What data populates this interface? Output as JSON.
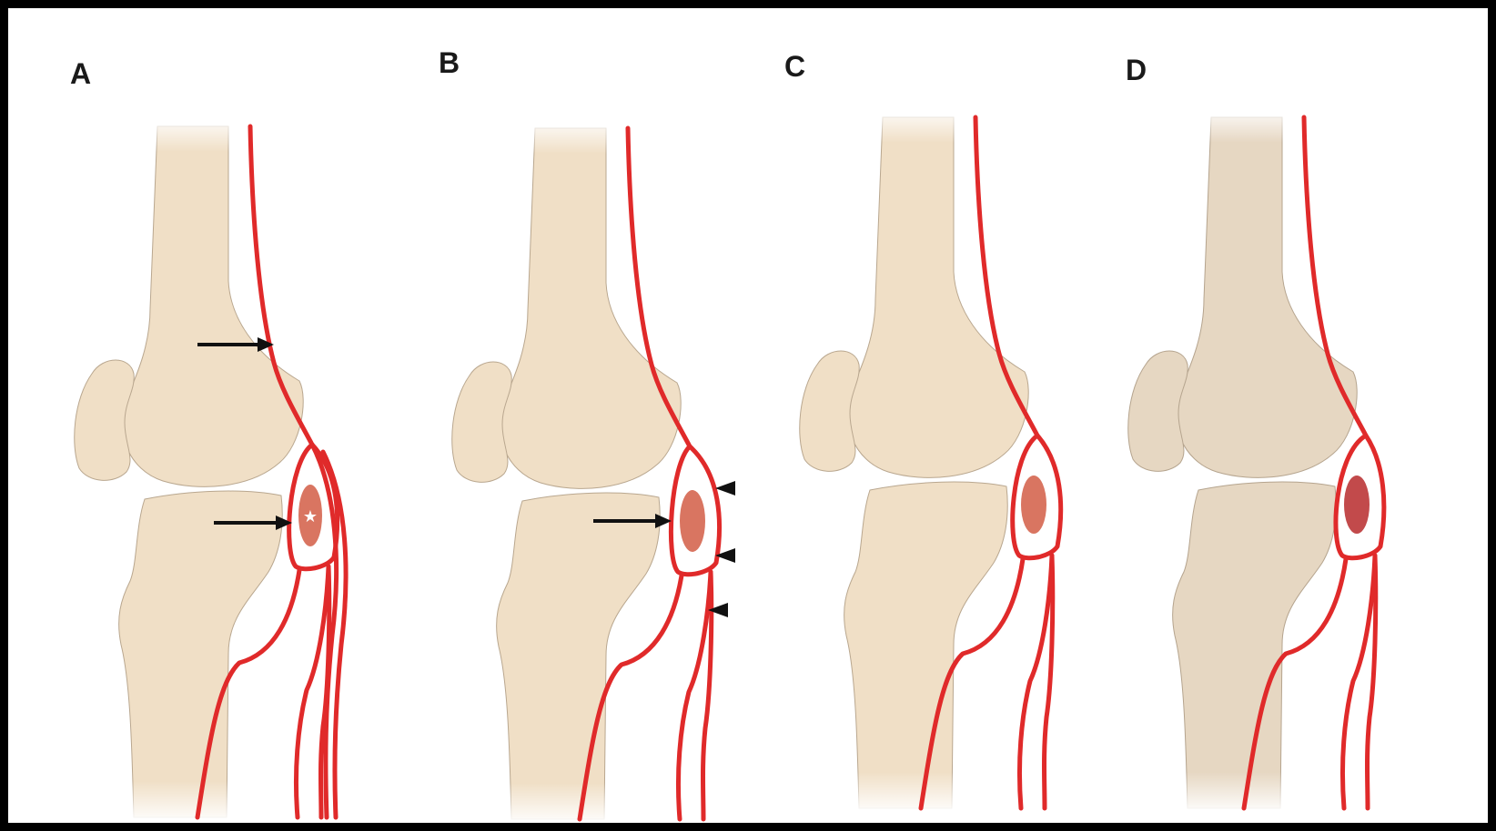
{
  "figure": {
    "panels": [
      {
        "label": "A",
        "bone_color": "#f0dfc6",
        "bone_stroke": "#b9a78f",
        "pouch_color": "#d97561",
        "arrows": 2,
        "arrowheads": 0,
        "star": true,
        "variant": "A"
      },
      {
        "label": "B",
        "bone_color": "#f0dfc6",
        "bone_stroke": "#b9a78f",
        "pouch_color": "#d97561",
        "arrows": 1,
        "arrowheads": 3,
        "star": false,
        "variant": "B"
      },
      {
        "label": "C",
        "bone_color": "#f0dfc6",
        "bone_stroke": "#b9a78f",
        "pouch_color": "#d97561",
        "arrows": 0,
        "arrowheads": 0,
        "star": false,
        "variant": "C"
      },
      {
        "label": "D",
        "bone_color": "#e6d7c2",
        "bone_stroke": "#b5a48e",
        "pouch_color": "#c24a4b",
        "arrows": 0,
        "arrowheads": 0,
        "star": false,
        "variant": "D"
      }
    ],
    "colors": {
      "artery": "#e02a2a",
      "arrow": "#111111",
      "star": "#ffffff",
      "background": "#ffffff",
      "frame": "#000000"
    }
  }
}
